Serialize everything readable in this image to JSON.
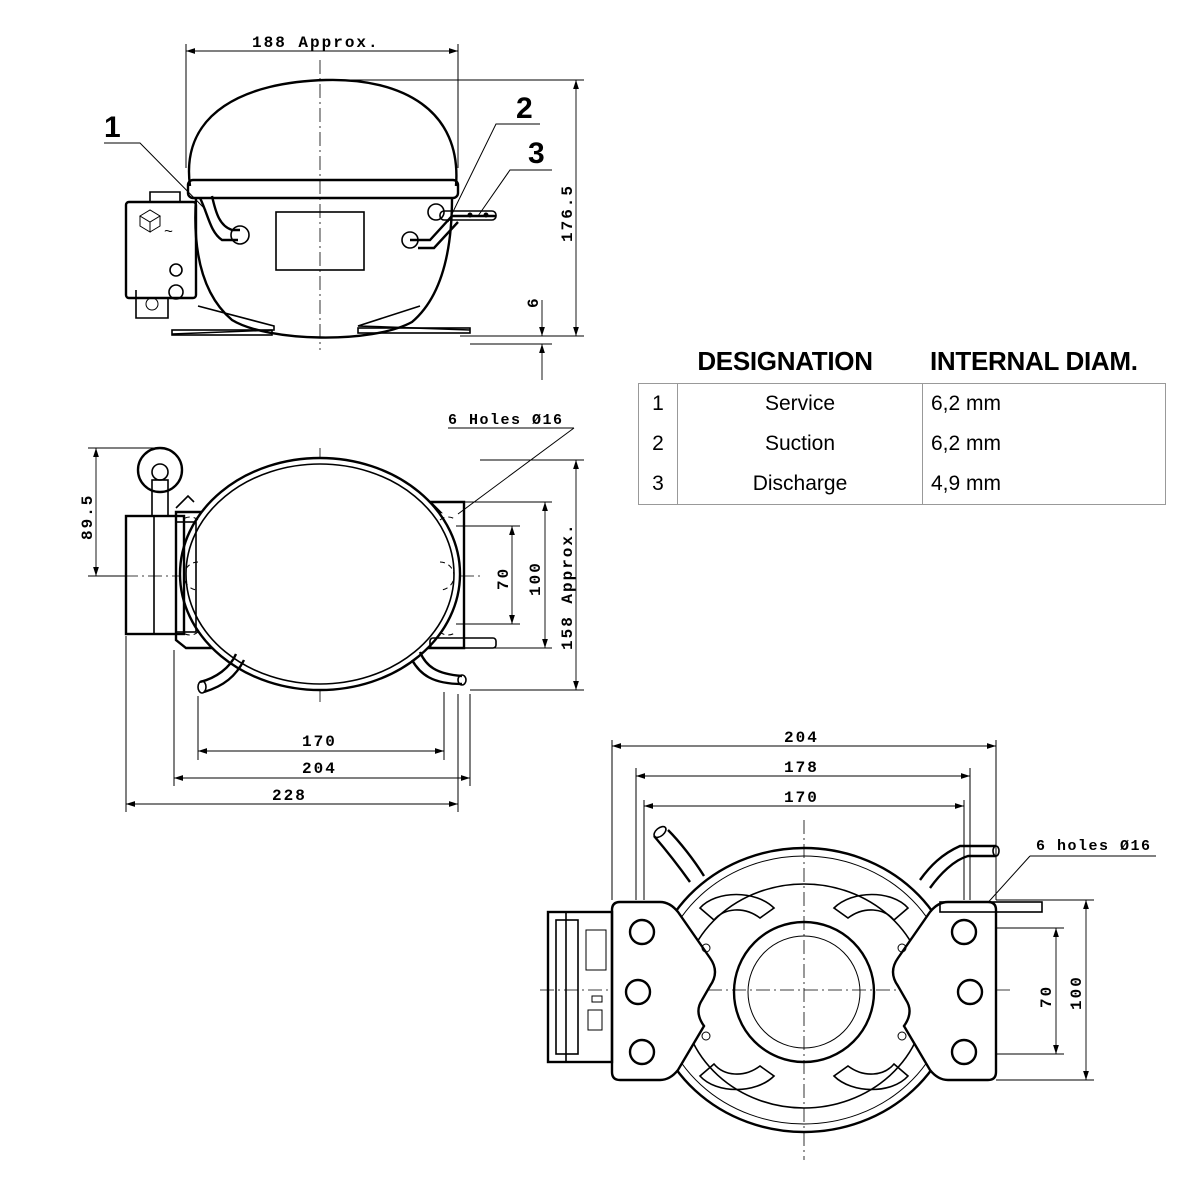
{
  "callouts": [
    "1",
    "2",
    "3"
  ],
  "side_view": {
    "width_label": "188 Approx.",
    "height_label": "176.5",
    "foot_label": "6"
  },
  "top_view": {
    "holes_label": "6 Holes Ø16",
    "offset_label": "89.5",
    "inner_span_label": "70",
    "outer_span_label": "100",
    "depth_label": "158 Approx.",
    "width_labels": [
      "170",
      "204",
      "228"
    ]
  },
  "bottom_view": {
    "width_labels": [
      "204",
      "178",
      "170"
    ],
    "holes_label": "6 holes Ø16",
    "inner_span_label": "70",
    "outer_span_label": "100"
  },
  "table": {
    "headers": [
      "DESIGNATION",
      "INTERNAL DIAM."
    ],
    "rows": [
      {
        "no": "1",
        "name": "Service",
        "diam": "6,2 mm"
      },
      {
        "no": "2",
        "name": "Suction",
        "diam": "6,2 mm"
      },
      {
        "no": "3",
        "name": "Discharge",
        "diam": "4,9 mm"
      }
    ]
  }
}
